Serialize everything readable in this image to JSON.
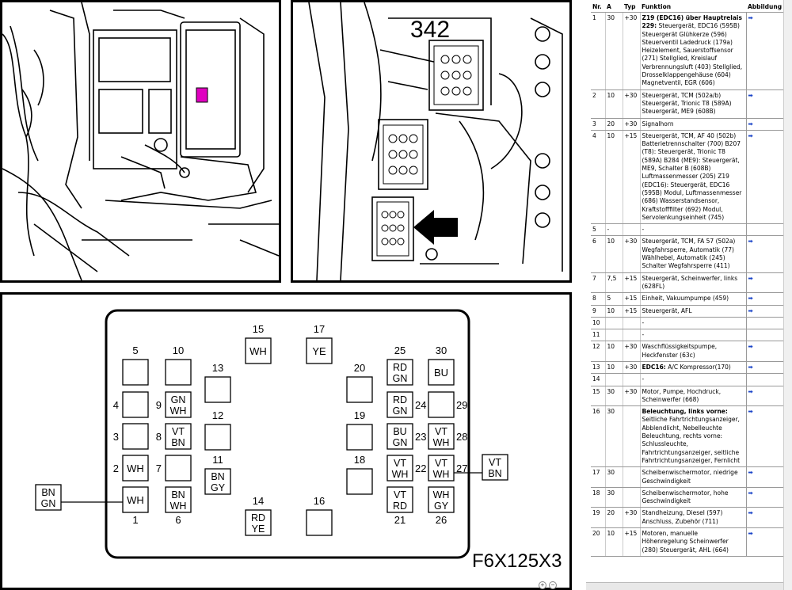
{
  "photo_right": {
    "label": "342"
  },
  "diagram": {
    "code": "F6X125X3",
    "fuses": [
      {
        "id": "1",
        "num": "1",
        "label": ""
      },
      {
        "id": "2",
        "num": "2",
        "label": "WH"
      },
      {
        "id": "3",
        "num": "3",
        "label": ""
      },
      {
        "id": "4",
        "num": "4",
        "label": ""
      },
      {
        "id": "5",
        "num": "5",
        "label": ""
      },
      {
        "id": "6",
        "num": "6",
        "label": "BN WH"
      },
      {
        "id": "7",
        "num": "7",
        "label": ""
      },
      {
        "id": "8",
        "num": "8",
        "label": "VT BN"
      },
      {
        "id": "9",
        "num": "9",
        "label": "GN WH"
      },
      {
        "id": "10",
        "num": "10",
        "label": ""
      },
      {
        "id": "11",
        "num": "11",
        "label": "BN GY"
      },
      {
        "id": "12",
        "num": "12",
        "label": ""
      },
      {
        "id": "13",
        "num": "13",
        "label": ""
      },
      {
        "id": "14",
        "num": "14",
        "label": "RD YE"
      },
      {
        "id": "15",
        "num": "15",
        "label": "WH"
      },
      {
        "id": "16",
        "num": "16",
        "label": ""
      },
      {
        "id": "17",
        "num": "17",
        "label": "YE"
      },
      {
        "id": "18",
        "num": "18",
        "label": ""
      },
      {
        "id": "19",
        "num": "19",
        "label": ""
      },
      {
        "id": "20",
        "num": "20",
        "label": ""
      },
      {
        "id": "21",
        "num": "21",
        "label": "VT RD"
      },
      {
        "id": "22",
        "num": "22",
        "label": "VT WH"
      },
      {
        "id": "23",
        "num": "23",
        "label": "BU GN"
      },
      {
        "id": "24",
        "num": "24",
        "label": "RD GN"
      },
      {
        "id": "25",
        "num": "25",
        "label": "RD GN"
      },
      {
        "id": "26",
        "num": "26",
        "label": "WH GY"
      },
      {
        "id": "27",
        "num": "27",
        "label": "VT WH"
      },
      {
        "id": "28",
        "num": "28",
        "label": "VT WH"
      },
      {
        "id": "29",
        "num": "29",
        "label": ""
      },
      {
        "id": "30",
        "num": "30",
        "label": "BU"
      }
    ],
    "fuse1_label": "WH",
    "callout_left": "BN GN",
    "callout_right": "VT BN"
  },
  "legend": {
    "headers": {
      "nr": "Nr.",
      "a": "A",
      "typ": "Typ",
      "funktion": "Funktion",
      "abbildung": "Abbildung"
    },
    "arrow": "➡",
    "rows": [
      {
        "nr": "1",
        "a": "30",
        "typ": "+30",
        "bold": "Z19 (EDC16) über Hauptrelais 229:",
        "text": "Steuergerät, EDC16 (595B) Steuergerät Glühkerze (596) Steuerventil Ladedruck (179a) Heizelement, Sauerstoffsensor (271) Stellglied, Kreislauf Verbrennungsluft (403) Stellglied, Drosselklappengehäuse (604) Magnetventil, EGR (606)",
        "arrow": true
      },
      {
        "nr": "2",
        "a": "10",
        "typ": "+30",
        "bold": "",
        "text": "Steuergerät, TCM (502a/b) Steuergerät, Trionic T8 (589A) Steuergerät, ME9 (608B)",
        "arrow": true
      },
      {
        "nr": "3",
        "a": "20",
        "typ": "+30",
        "bold": "",
        "text": "Signalhorn",
        "arrow": true
      },
      {
        "nr": "4",
        "a": "10",
        "typ": "+15",
        "bold": "",
        "text": "Steuergerät, TCM, AF 40 (502b) Batterietrennschalter (700) B207 (T8): Steuergerät, Trionic T8 (589A) B284 (ME9): Steuergerät, ME9, Schalter B (608B) Luftmassenmesser (205) Z19 (EDC16): Steuergerät, EDC16 (595B) Modul, Luftmassenmesser (686) Wasserstandsensor, Kraftstofffilter (692) Modul, Servolenkungseinheit (745)",
        "arrow": true
      },
      {
        "nr": "5",
        "a": "-",
        "typ": "",
        "bold": "",
        "text": "-",
        "arrow": false
      },
      {
        "nr": "6",
        "a": "10",
        "typ": "+30",
        "bold": "",
        "text": "Steuergerät, TCM, FA 57 (502a) Wegfahrsperre, Automatik (77) Wählhebel, Automatik (245) Schalter Wegfahrsperre (411)",
        "arrow": true
      },
      {
        "nr": "7",
        "a": "7,5",
        "typ": "+15",
        "bold": "",
        "text": "Steuergerät, Scheinwerfer, links (628FL)",
        "arrow": true
      },
      {
        "nr": "8",
        "a": "5",
        "typ": "+15",
        "bold": "",
        "text": "Einheit, Vakuumpumpe (459)",
        "arrow": true
      },
      {
        "nr": "9",
        "a": "10",
        "typ": "+15",
        "bold": "",
        "text": "Steuergerät, AFL",
        "arrow": true
      },
      {
        "nr": "10",
        "a": "",
        "typ": "",
        "bold": "",
        "text": "-",
        "arrow": false
      },
      {
        "nr": "11",
        "a": "",
        "typ": "",
        "bold": "",
        "text": "-",
        "arrow": false
      },
      {
        "nr": "12",
        "a": "10",
        "typ": "+30",
        "bold": "",
        "text": "Waschflüssigkeitspumpe, Heckfenster (63c)",
        "arrow": true
      },
      {
        "nr": "13",
        "a": "10",
        "typ": "+30",
        "bold": "EDC16:",
        "text": "A/C Kompressor(170)",
        "arrow": true
      },
      {
        "nr": "14",
        "a": "",
        "typ": "",
        "bold": "",
        "text": "-",
        "arrow": false
      },
      {
        "nr": "15",
        "a": "30",
        "typ": "+30",
        "bold": "",
        "text": "Motor, Pumpe, Hochdruck, Scheinwerfer (668)",
        "arrow": true
      },
      {
        "nr": "16",
        "a": "30",
        "typ": "",
        "bold": "Beleuchtung, links vorne:",
        "text": "Seitliche Fahrtrichtungsanzeiger, Abblendlicht, Nebelleuchte Beleuchtung, rechts vorne: Schlussleuchte, Fahrtrichtungsanzeiger, seitliche Fahrtrichtungsanzeiger, Fernlicht",
        "arrow": true
      },
      {
        "nr": "17",
        "a": "30",
        "typ": "",
        "bold": "",
        "text": "Scheibenwischermotor, niedrige Geschwindigkeit",
        "arrow": true
      },
      {
        "nr": "18",
        "a": "30",
        "typ": "",
        "bold": "",
        "text": "Scheibenwischermotor, hohe Geschwindigkeit",
        "arrow": true
      },
      {
        "nr": "19",
        "a": "20",
        "typ": "+30",
        "bold": "",
        "text": "Standheizung, Diesel (597) Anschluss, Zubehör (711)",
        "arrow": true
      },
      {
        "nr": "20",
        "a": "10",
        "typ": "+15",
        "bold": "",
        "text": "Motoren, manuelle Höhenregelung Scheinwerfer (280) Steuergerät, AHL (664)",
        "arrow": true
      }
    ]
  },
  "zoom": {
    "in": "+",
    "out": "−"
  }
}
